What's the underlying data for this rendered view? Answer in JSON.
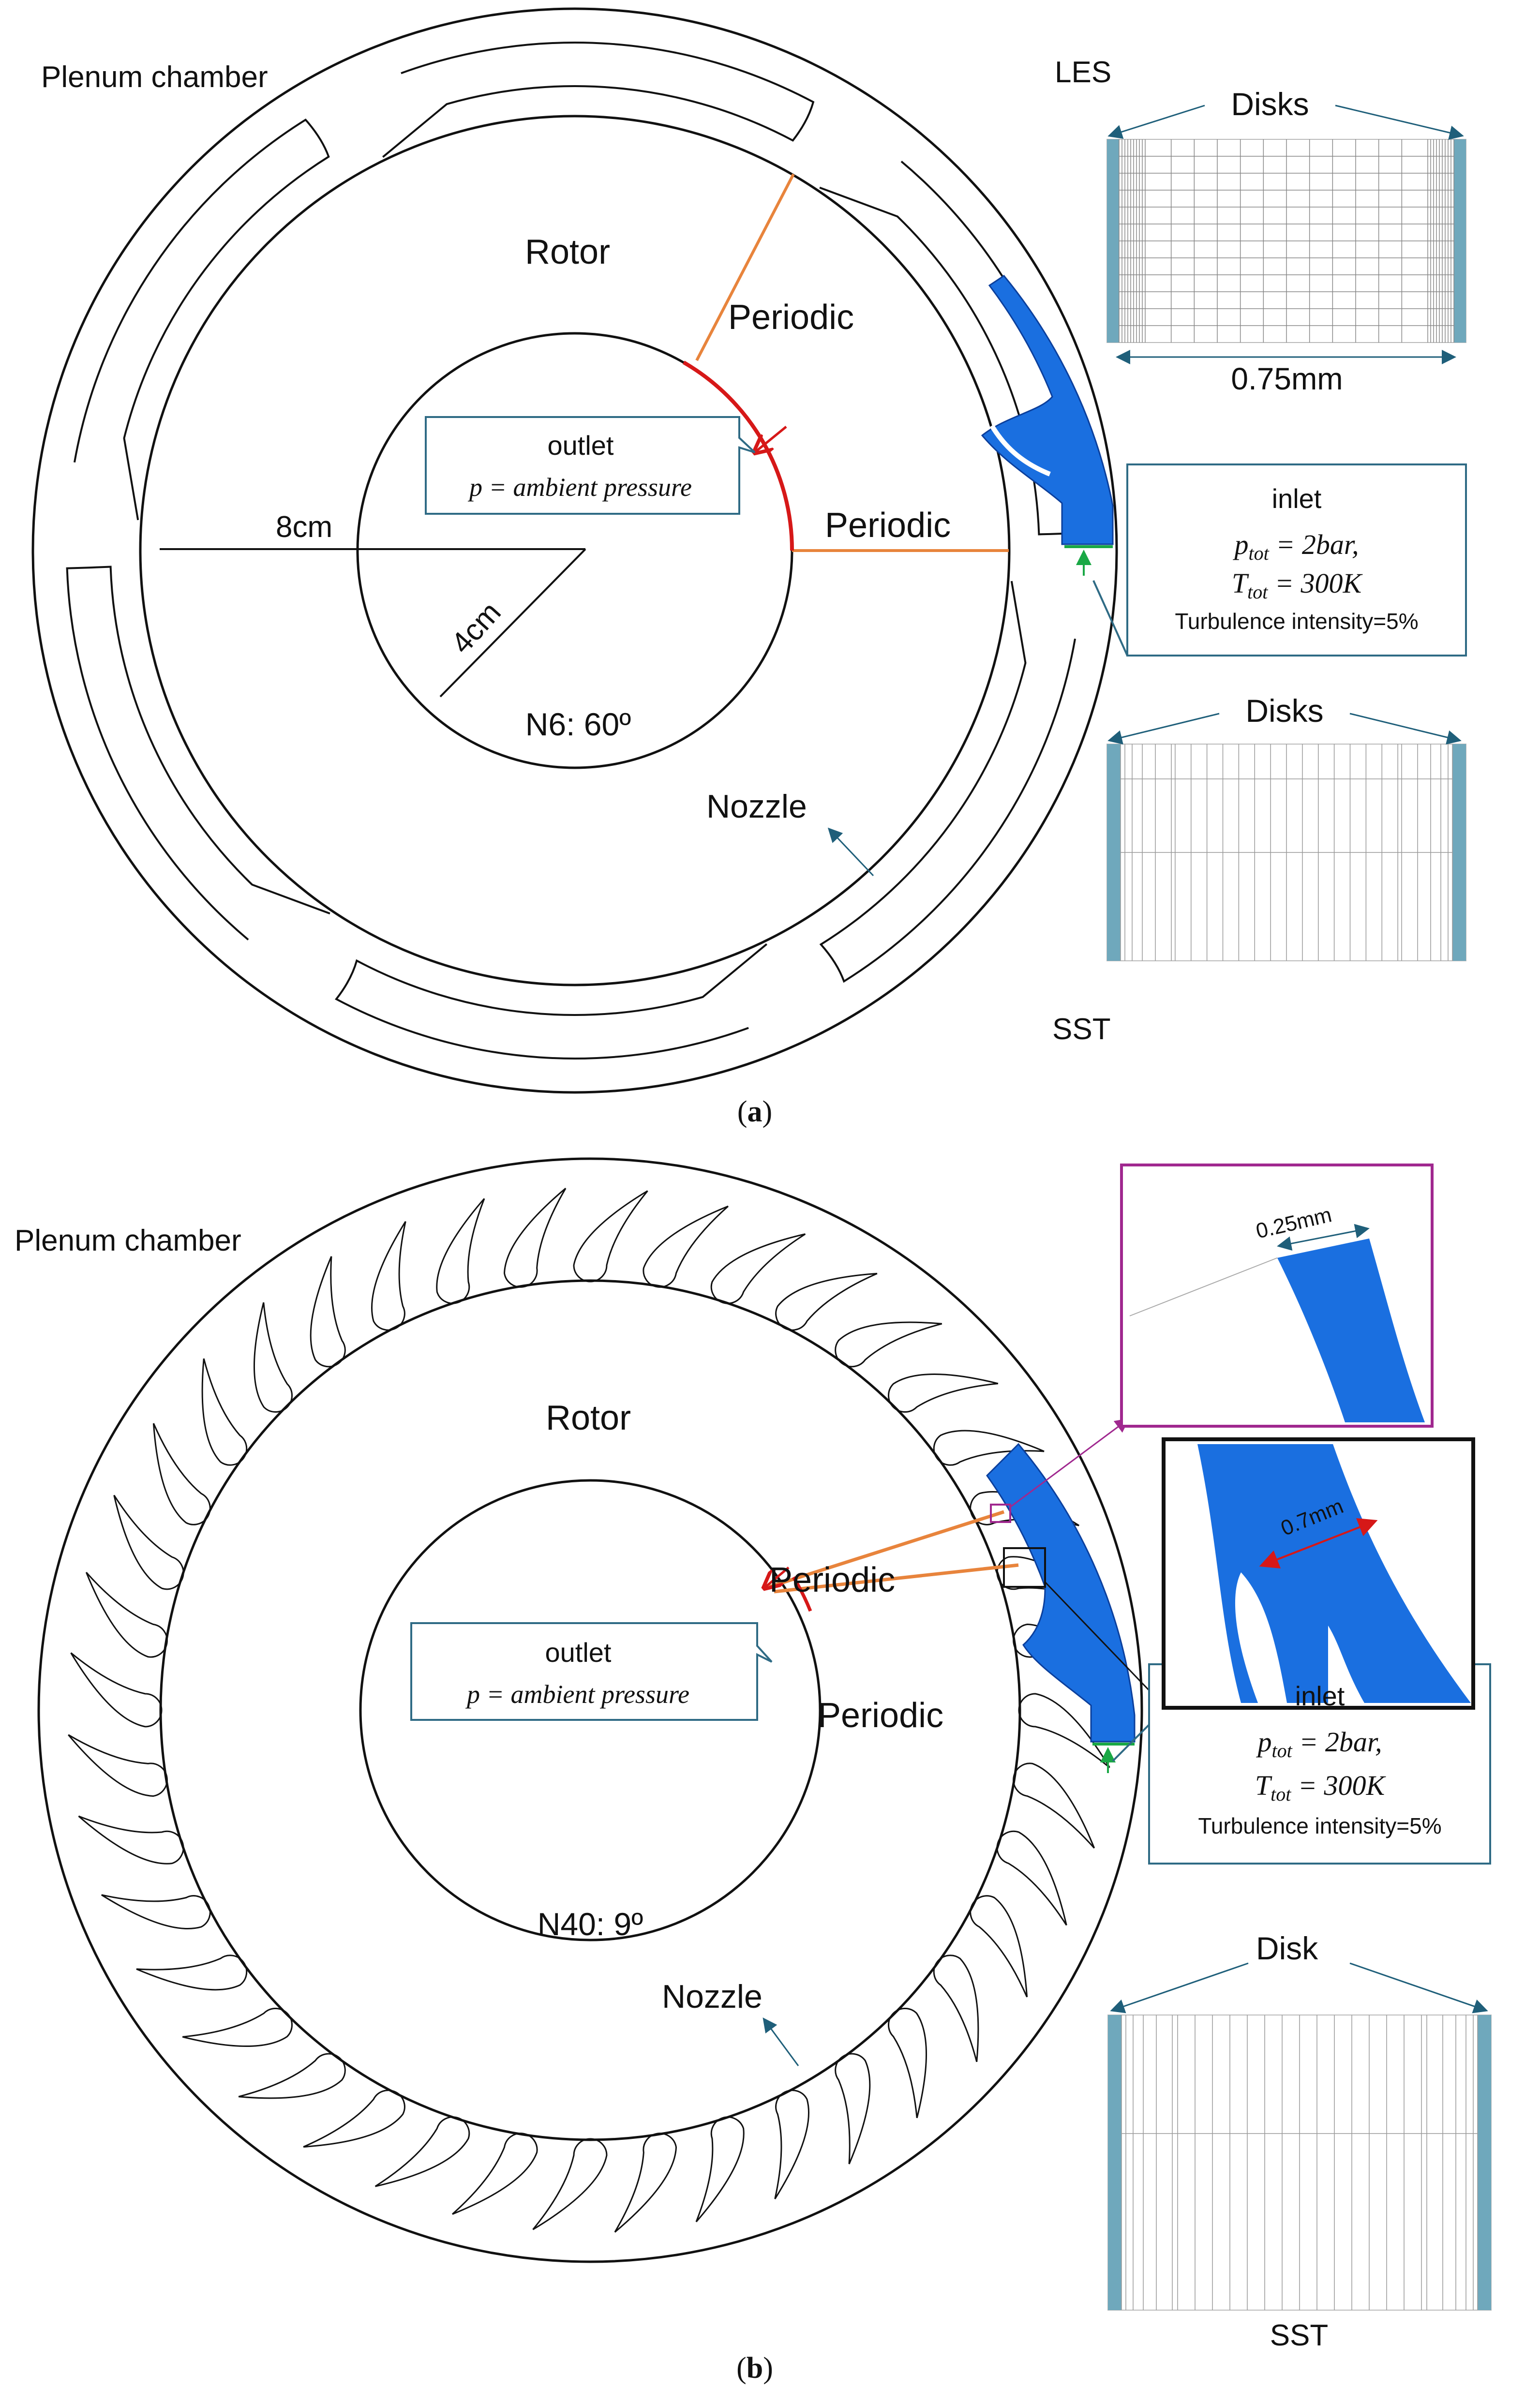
{
  "panel_a": {
    "caption_open": "(",
    "caption_letter": "a",
    "caption_close": ")",
    "plenum_label": "Plenum chamber",
    "rotor_label": "Rotor",
    "periodic_upper": "Periodic",
    "periodic_lower": "Periodic",
    "outlet_title": "outlet",
    "outlet_formula": "p = ambient pressure",
    "dim_outer": "8cm",
    "dim_inner": "4cm",
    "sector_label": "N6: 60º",
    "nozzle_label": "Nozzle",
    "inlet_title": "inlet",
    "inlet_ptot": "p",
    "inlet_ptot_sub": "tot",
    "inlet_ptot_val": " = 2bar,",
    "inlet_ttot": "T",
    "inlet_ttot_sub": "tot",
    "inlet_ttot_val": " = 300K",
    "inlet_turb": "Turbulence intensity=5%",
    "les_label": "LES",
    "les_disks": "Disks",
    "les_gap": "0.75mm",
    "sst_disks": "Disks",
    "sst_label": "SST"
  },
  "panel_b": {
    "caption_open": "(",
    "caption_letter": "b",
    "caption_close": ")",
    "plenum_label": "Plenum chamber",
    "rotor_label": "Rotor",
    "periodic_upper": "Periodic",
    "periodic_lower": "Periodic",
    "outlet_title": "outlet",
    "outlet_formula": "p = ambient pressure",
    "sector_label": "N40: 9º",
    "nozzle_label": "Nozzle",
    "inlet_title": "inlet",
    "inlet_ptot": "p",
    "inlet_ptot_sub": "tot",
    "inlet_ptot_val": " = 2bar,",
    "inlet_ttot": "T",
    "inlet_ttot_sub": "tot",
    "inlet_ttot_val": " = 300K",
    "inlet_turb": "Turbulence intensity=5%",
    "zoom_top_dim": "0.25mm",
    "zoom_bottom_dim": "0.7mm",
    "sst_disks": "Disk",
    "sst_label": "SST"
  },
  "colors": {
    "fluid_blue": "#1a6fe0",
    "disk_wall": "#6fa8bc",
    "periodic_orange": "#e8843c",
    "outlet_red": "#d61818",
    "callout_border": "#2f6b85",
    "arrow_teal": "#1f5f7a",
    "inlet_green": "#1aa845",
    "zoom_magenta": "#a0288f"
  }
}
